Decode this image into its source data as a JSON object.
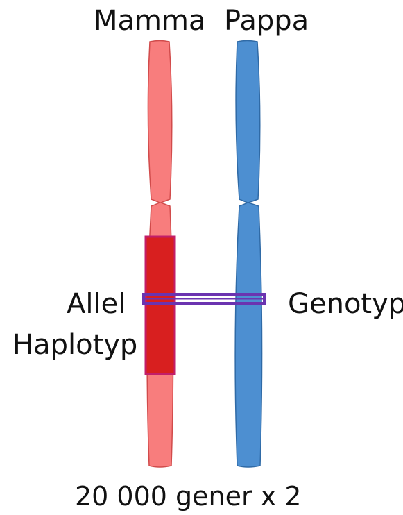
{
  "labels": {
    "mother": "Mamma",
    "father": "Pappa",
    "allele": "Allel",
    "haplotype": "Haplotyp",
    "genotype": "Genotyp",
    "footer": "20 000 gener x 2"
  },
  "colors": {
    "mother_chromosome": "#f87d7d",
    "mother_outline": "#d14b4b",
    "father_chromosome": "#4d8fd1",
    "father_outline": "#2f6aa6",
    "haplotype_block": "#d81f1f",
    "haplotype_outline": "#c21e6a",
    "genotype_bar": "#6b34b0"
  }
}
